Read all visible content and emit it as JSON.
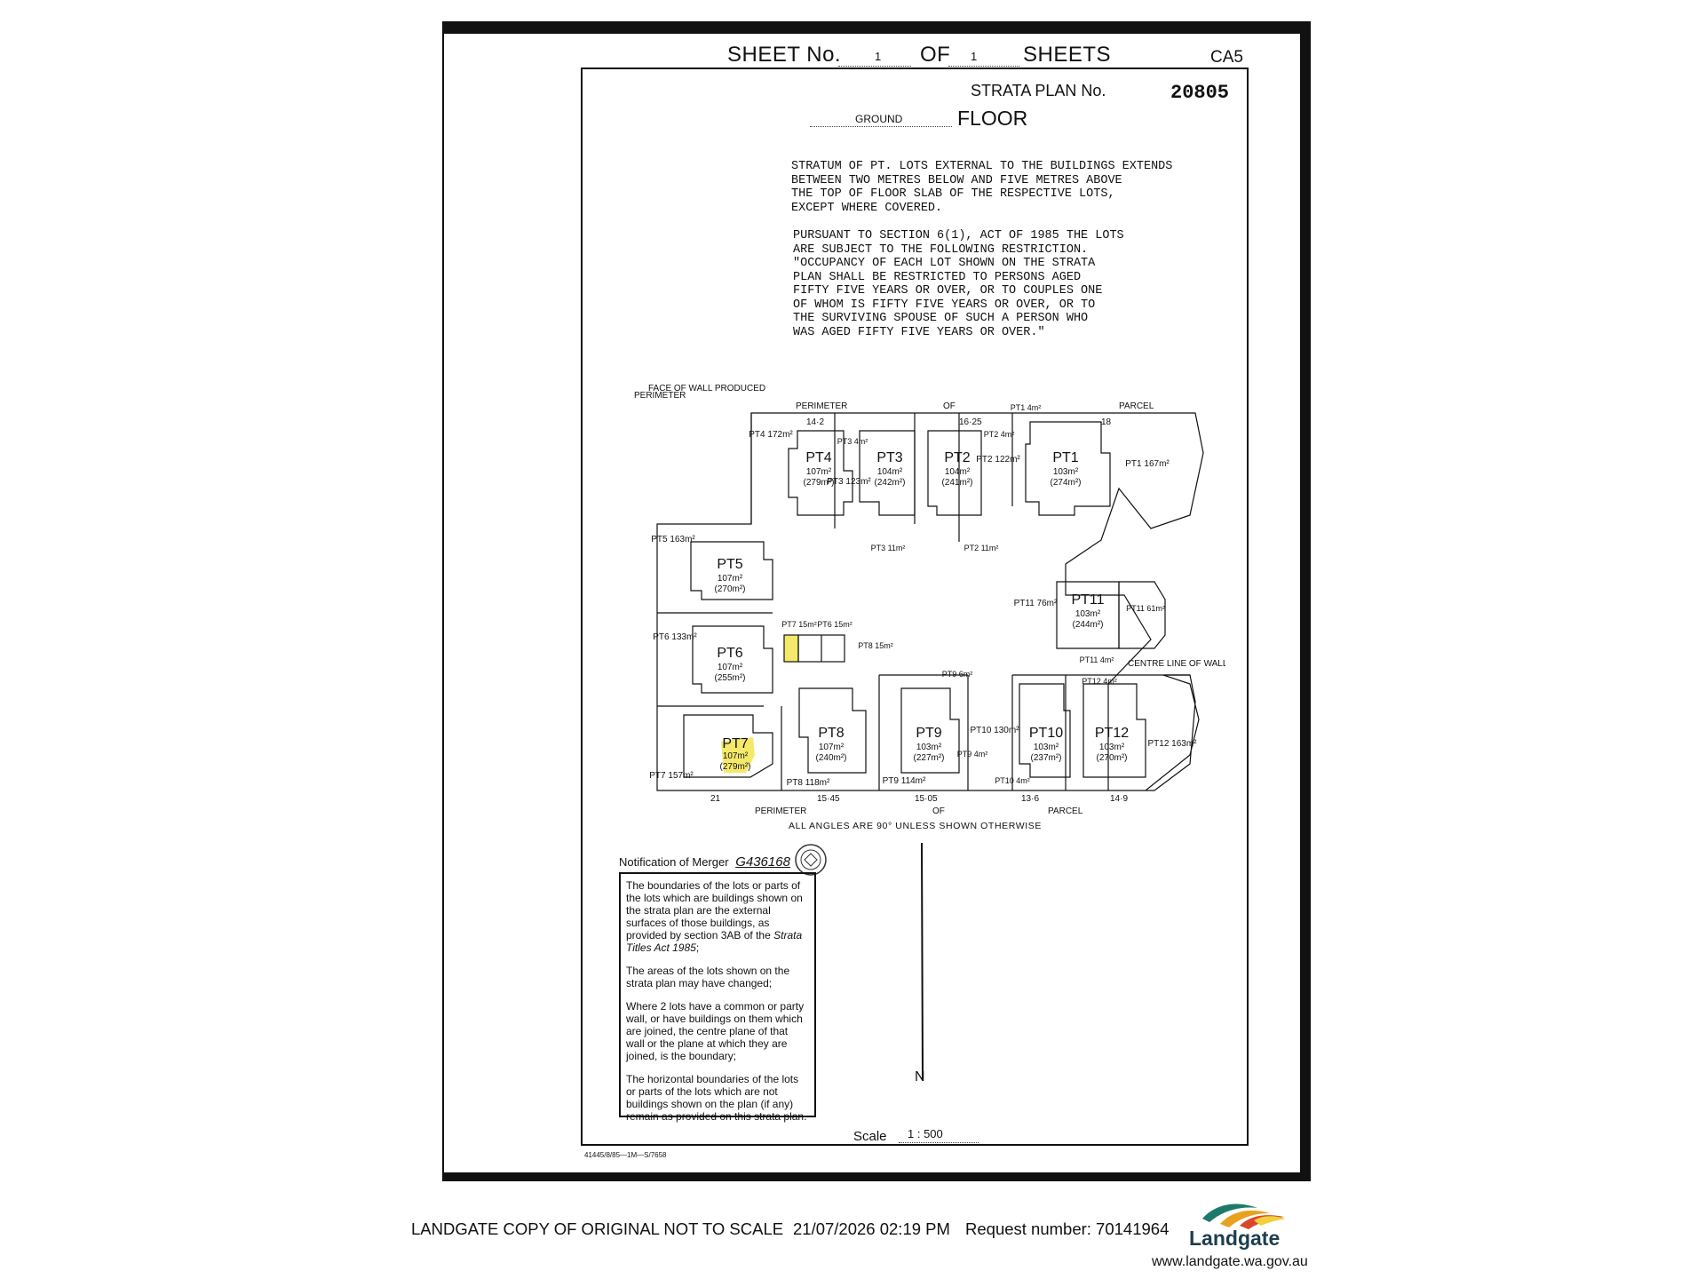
{
  "header": {
    "sheet_label": "SHEET No.",
    "sheet_no": "1",
    "of_label": "OF",
    "sheets_total": "1",
    "sheets_label": "SHEETS",
    "form_code": "CA5"
  },
  "plan": {
    "strata_plan_label": "STRATA PLAN No.",
    "strata_plan_no": "20805",
    "floor_prefix": "GROUND",
    "floor_label": "FLOOR"
  },
  "notes": {
    "stratum": "STRATUM OF PT. LOTS EXTERNAL TO THE BUILDINGS EXTENDS\nBETWEEN TWO METRES BELOW AND FIVE METRES ABOVE\nTHE TOP OF FLOOR SLAB OF THE RESPECTIVE LOTS,\nEXCEPT WHERE COVERED.",
    "restriction": "PURSUANT TO SECTION 6(1), ACT OF 1985 THE LOTS\nARE SUBJECT TO THE FOLLOWING RESTRICTION.\n\"OCCUPANCY OF EACH LOT SHOWN ON THE STRATA\nPLAN SHALL BE RESTRICTED TO PERSONS AGED\nFIFTY FIVE YEARS OR OVER, OR TO COUPLES ONE\nOF WHOM IS FIFTY FIVE YEARS OR OVER, OR TO\nTHE SURVIVING SPOUSE OF SUCH A PERSON WHO\nWAS AGED FIFTY FIVE YEARS OR OVER.\""
  },
  "diagram": {
    "lots": [
      {
        "name": "PT4",
        "area": "107m²",
        "total": "(279m²)",
        "outer": "PT4 172m²"
      },
      {
        "name": "PT3",
        "area": "104m²",
        "total": "(242m²)",
        "outer": "PT3 123m²"
      },
      {
        "name": "PT2",
        "area": "104m²",
        "total": "(241m²)",
        "outer": "PT2 122m²"
      },
      {
        "name": "PT1",
        "area": "103m²",
        "total": "(274m²)",
        "outer": "PT1 167m²"
      },
      {
        "name": "PT5",
        "area": "107m²",
        "total": "(270m²)",
        "outer": "PT5 163m²"
      },
      {
        "name": "PT6",
        "area": "107m²",
        "total": "(255m²)",
        "outer": "PT6 133m²"
      },
      {
        "name": "PT7",
        "area": "107m²",
        "total": "(279m²)",
        "outer": "PT7 157m²"
      },
      {
        "name": "PT8",
        "area": "107m²",
        "total": "(240m²)",
        "outer": "PT8 118m²"
      },
      {
        "name": "PT9",
        "area": "103m²",
        "total": "(227m²)",
        "outer": "PT9 114m²"
      },
      {
        "name": "PT10",
        "area": "103m²",
        "total": "(237m²)",
        "outer": "PT10 130m²"
      },
      {
        "name": "PT11",
        "area": "103m²",
        "total": "(244m²)",
        "outer": "PT11 76m²"
      },
      {
        "name": "PT12",
        "area": "103m²",
        "total": "(270m²)",
        "outer": "PT12 163m²"
      }
    ],
    "labels": {
      "perimeter": "PERIMETER",
      "of": "OF",
      "parcel": "PARCEL",
      "face_of_wall": "FACE OF WALL PRODUCED",
      "centre_line": "CENTRE LINE OF WALL PRODUCED",
      "pt11_extra": "PT11 61m²",
      "pt7_small": "PT7 15m²",
      "pt6_small": "PT6 15m²",
      "pt8_small": "PT8 15m²",
      "pt3_small": "PT3 4m²",
      "pt3_bottom": "PT3 11m²",
      "pt2_bottom": "PT2 11m²",
      "pt1_small": "PT1 4m²",
      "pt2_small": "PT2 4m²",
      "pt9_small": "PT9 6m²",
      "pt9_small2": "PT9 4m²",
      "pt10_small": "PT10 4m²",
      "pt11_small": "PT11 4m²",
      "pt12_small": "PT12 4m²",
      "dim_top1": "14·2",
      "dim_top2": "16·25",
      "dim_top3": "18",
      "dim_bot1": "21",
      "dim_bot2": "15·45",
      "dim_bot3": "15·05",
      "dim_bot4": "13·6",
      "dim_bot5": "14·9"
    },
    "angles_note": "ALL ANGLES ARE 90° UNLESS SHOWN OTHERWISE"
  },
  "merger": {
    "label": "Notification of Merger",
    "number": "G436168",
    "para1_pre": "The boundaries of the lots or parts of the lots which are buildings shown on the strata plan are the external surfaces of those buildings, as provided by section 3AB of the",
    "para1_act": "Strata Titles Act 1985",
    "para1_post": ";",
    "para2": "The areas of the lots shown on the strata plan may have changed;",
    "para3": "Where 2 lots have a common or party wall, or have buildings on them which are joined, the centre plane of that wall or the plane at which they are joined, is the boundary;",
    "para4": "The horizontal boundaries of the lots or parts of the lots which are not buildings shown on the plan (if any) remain as provided on this strata plan."
  },
  "north": "N",
  "scale": {
    "label": "Scale",
    "value": "1 : 500"
  },
  "form_ref": "41445/8/85—1M—S/7658",
  "footer": {
    "copy_text": "LANDGATE COPY OF ORIGINAL NOT TO SCALE",
    "datetime": "21/07/2026 02:19 PM",
    "request": "Request number: 70141964",
    "brand": "Landgate",
    "url": "www.landgate.wa.gov.au",
    "logo_colors": [
      "#1d7a6a",
      "#e8a21f",
      "#d9472b",
      "#f2d03b"
    ]
  }
}
